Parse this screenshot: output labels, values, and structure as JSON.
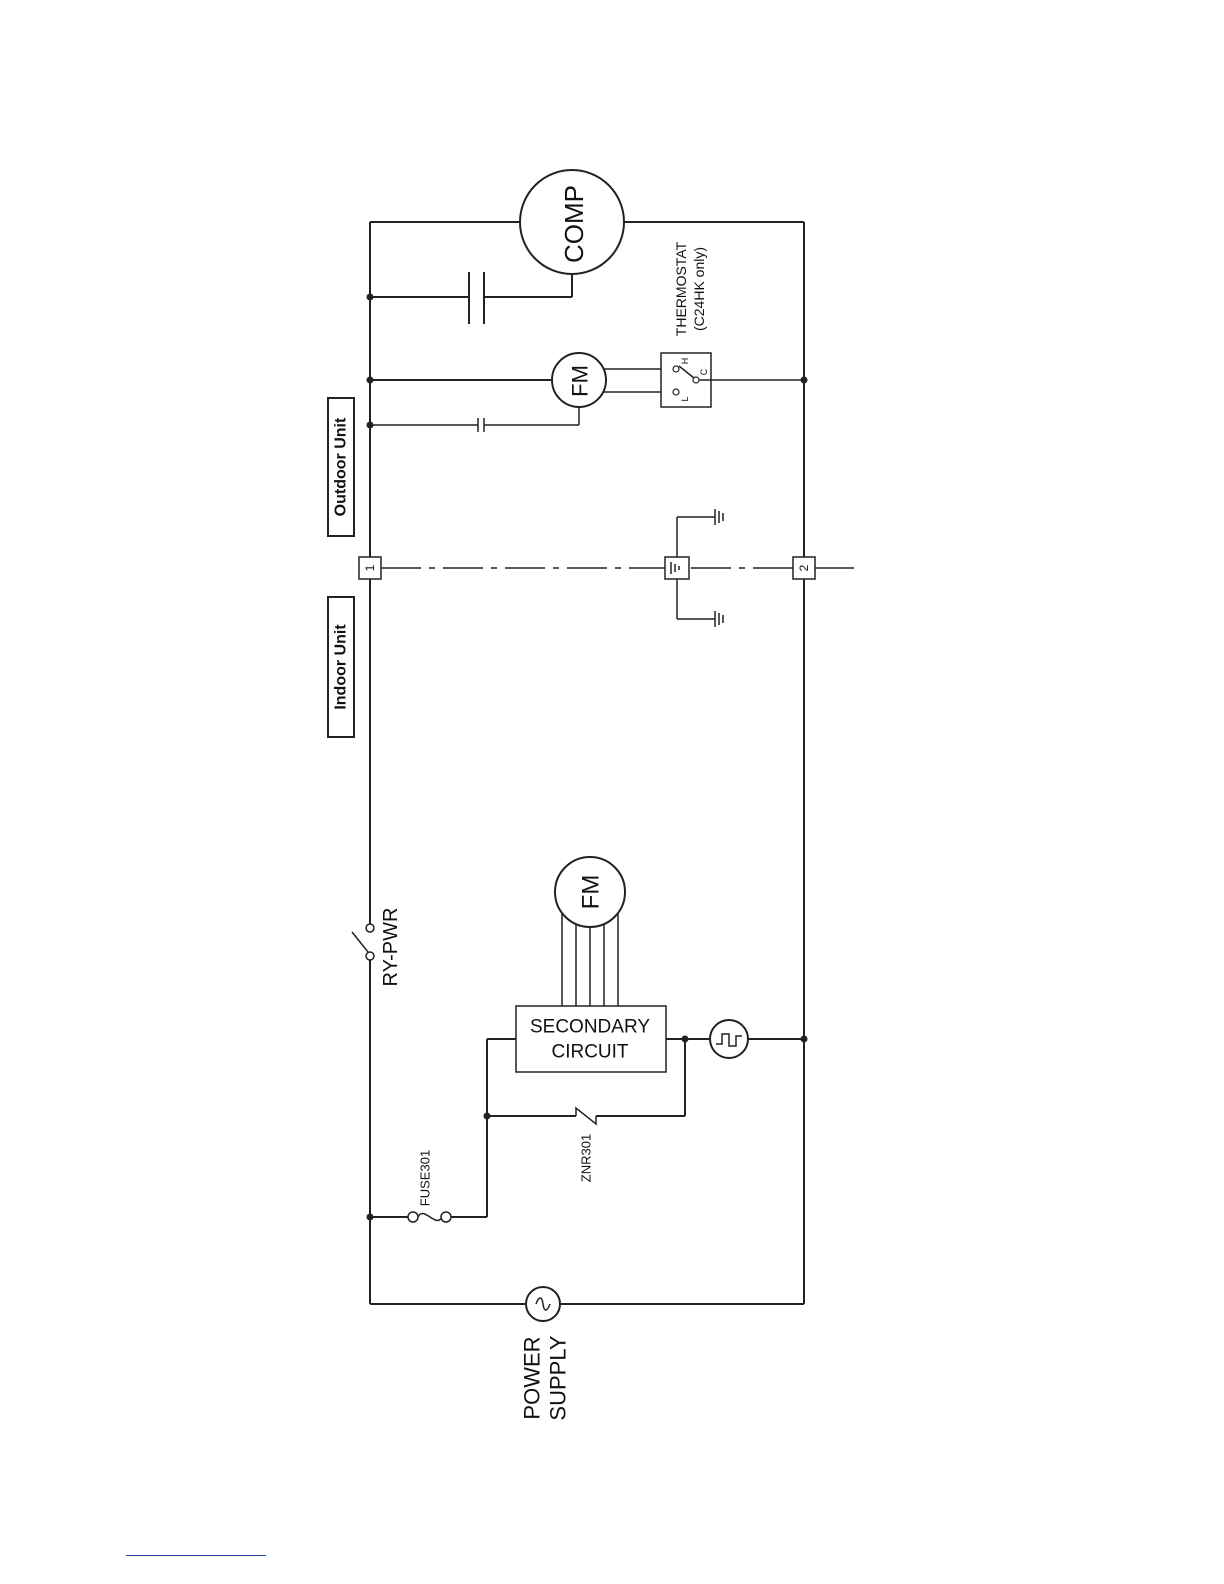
{
  "diagram": {
    "sections": {
      "outdoor": "Outdoor Unit",
      "indoor": "Indoor Unit"
    },
    "components": {
      "compressor": "COMP",
      "outdoor_fan": "FM",
      "indoor_fan": "FM",
      "thermostat": "THERMOSTAT",
      "thermostat_note": "(C24HK only)",
      "thermostat_pin_h": "H",
      "thermostat_pin_l": "L",
      "thermostat_pin_c": "C",
      "relay": "RY-PWR",
      "secondary_line1": "SECONDARY",
      "secondary_line2": "CIRCUIT",
      "varistor": "ZNR301",
      "fuse": "FUSE301",
      "power_line1": "POWER",
      "power_line2": "SUPPLY"
    },
    "terminals": {
      "t1": "1",
      "t2": "2"
    }
  },
  "colors": {
    "wire": "#222222",
    "footer_rule": "#2a3fa8"
  }
}
